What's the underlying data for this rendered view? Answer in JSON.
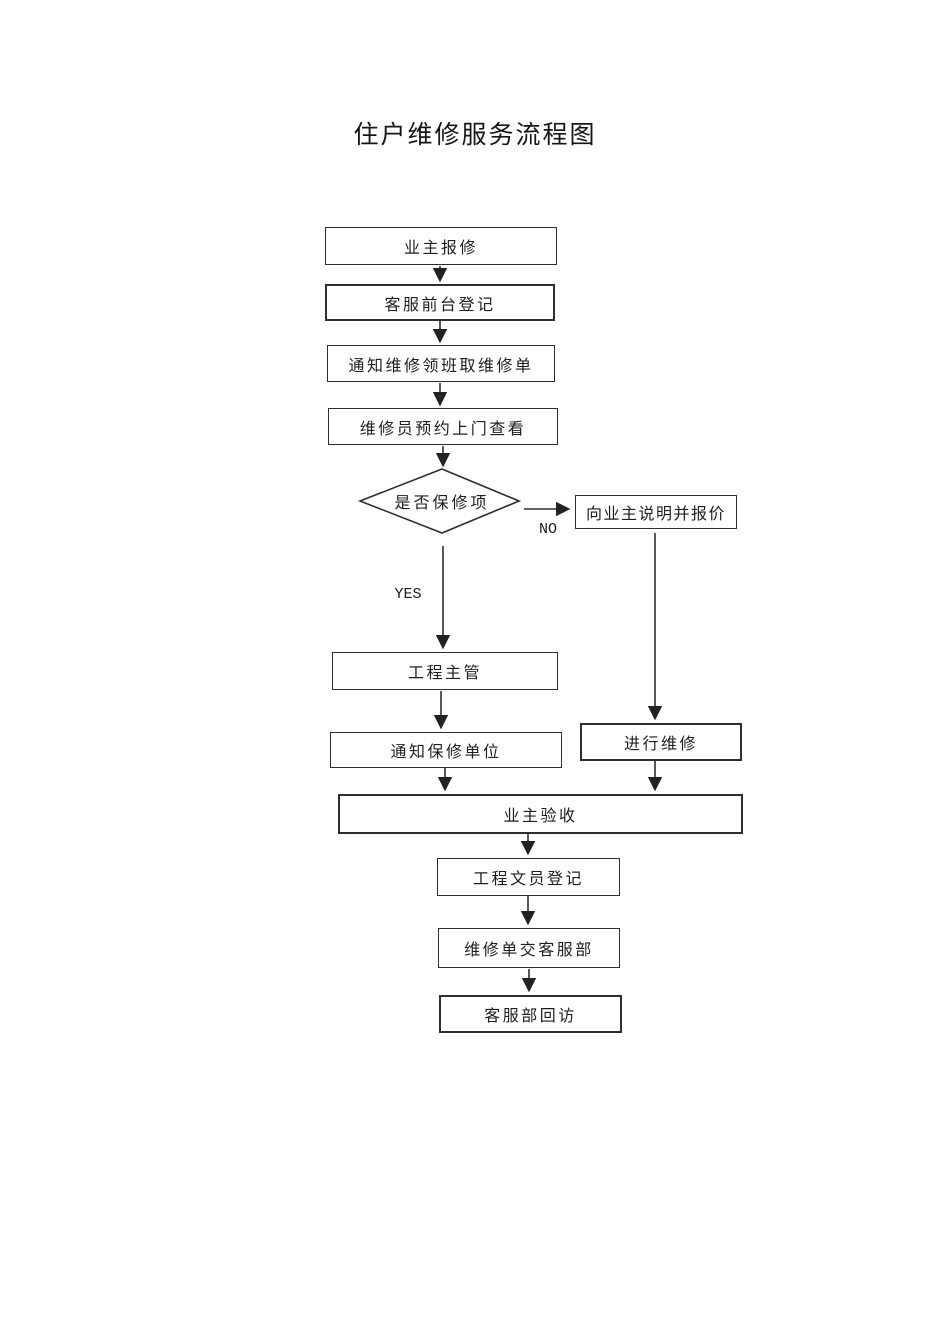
{
  "page": {
    "title": "住户维修服务流程图",
    "background_color": "#ffffff",
    "line_color": "#2e2e2e"
  },
  "flowchart": {
    "nodes": {
      "report": {
        "label": "业主报修",
        "type": "process"
      },
      "frontdesk": {
        "label": "客服前台登记",
        "type": "process"
      },
      "notify_foreman": {
        "label": "通知维修领班取维修单",
        "type": "process"
      },
      "visit": {
        "label": "维修员预约上门查看",
        "type": "process"
      },
      "decision": {
        "label": "是否保修项",
        "type": "decision"
      },
      "quote": {
        "label": "向业主说明并报价",
        "type": "process"
      },
      "supervisor": {
        "label": "工程主管",
        "type": "process"
      },
      "notify_warranty": {
        "label": "通知保修单位",
        "type": "process"
      },
      "do_repair": {
        "label": "进行维修",
        "type": "process"
      },
      "acceptance": {
        "label": "业主验收",
        "type": "process"
      },
      "clerk_register": {
        "label": "工程文员登记",
        "type": "process"
      },
      "order_to_cs": {
        "label": "维修单交客服部",
        "type": "process"
      },
      "cs_followup": {
        "label": "客服部回访",
        "type": "process"
      }
    },
    "edge_labels": {
      "yes": "YES",
      "no": "NO"
    }
  }
}
